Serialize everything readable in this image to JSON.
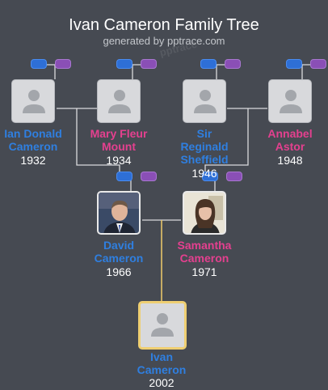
{
  "header": {
    "title": "Ivan Cameron Family Tree",
    "subtitle": "generated by pptrace.com",
    "watermark": "pptrace"
  },
  "colors": {
    "background": "#464a52",
    "male_name": "#2f7fe0",
    "female_name": "#e4408f",
    "connector": "#d9dadd",
    "focus_line": "#e7c46a",
    "pill_blue": "#2e6fd6",
    "pill_purple": "#8a4fb6"
  },
  "people": {
    "ian": {
      "name_lines": [
        "Ian Donald",
        "Cameron"
      ],
      "year": "1932",
      "gender": "male",
      "icon": "person-silhouette-icon"
    },
    "mary": {
      "name_lines": [
        "Mary Fleur",
        "Mount"
      ],
      "year": "1934",
      "gender": "female",
      "icon": "person-silhouette-icon"
    },
    "reginald": {
      "name_lines": [
        "Sir",
        "Reginald",
        "Sheffield"
      ],
      "year": "1946",
      "gender": "male",
      "icon": "person-silhouette-icon"
    },
    "annabel": {
      "name_lines": [
        "Annabel",
        "Astor"
      ],
      "year": "1948",
      "gender": "female",
      "icon": "person-silhouette-icon"
    },
    "david": {
      "name_lines": [
        "David",
        "Cameron"
      ],
      "year": "1966",
      "gender": "male",
      "icon": "portrait-photo"
    },
    "samantha": {
      "name_lines": [
        "Samantha",
        "Cameron"
      ],
      "year": "1971",
      "gender": "female",
      "icon": "portrait-photo"
    },
    "ivan": {
      "name_lines": [
        "Ivan",
        "Cameron"
      ],
      "year": "2002",
      "gender": "male",
      "icon": "person-silhouette-icon",
      "focus": true
    }
  }
}
